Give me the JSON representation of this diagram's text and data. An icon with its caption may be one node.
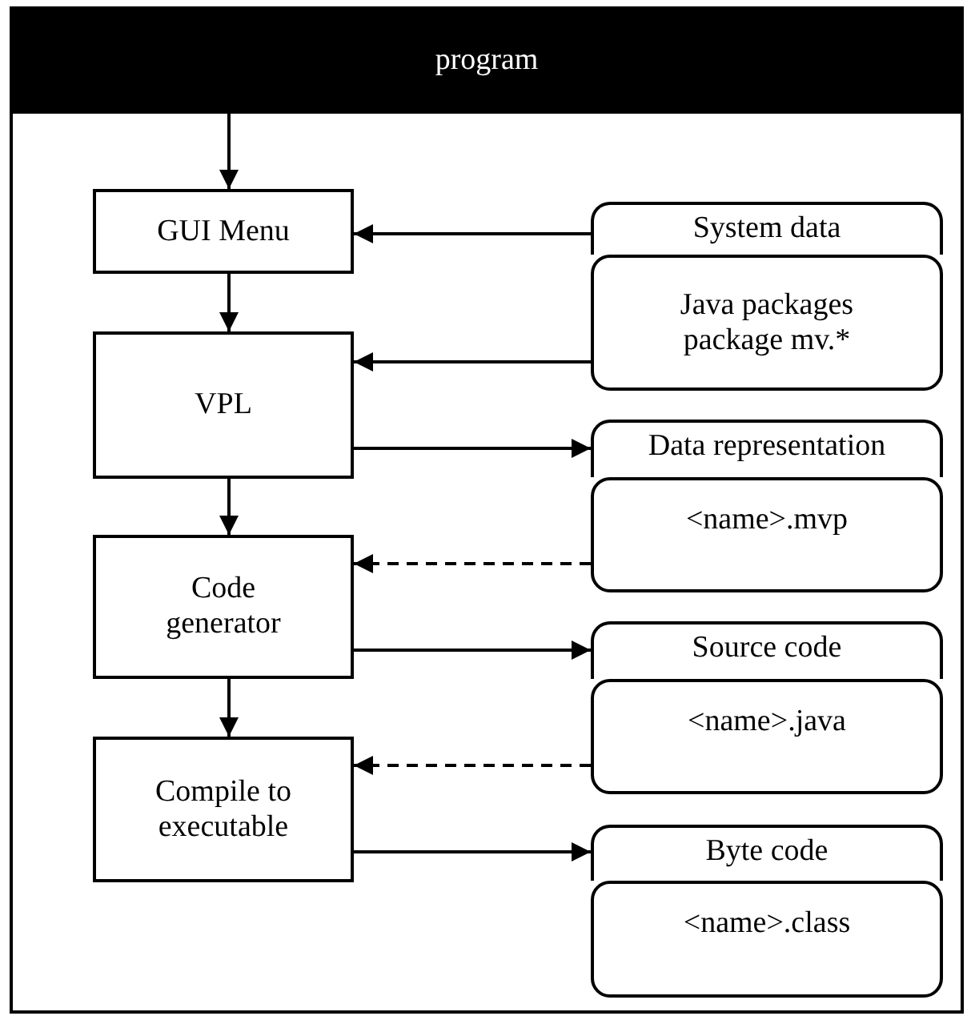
{
  "diagram": {
    "nodes": [
      {
        "text": [
          "program"
        ]
      },
      {
        "text": [
          "GUI Menu"
        ]
      },
      {
        "text": [
          "VPL"
        ]
      },
      {
        "text": [
          "Code generator"
        ]
      },
      {
        "text": [
          "Compile to executable"
        ]
      },
      {
        "text": [
          "System data"
        ]
      },
      {
        "text": [
          "Java packages package mv.*"
        ]
      },
      {
        "text": [
          "Data representation"
        ]
      },
      {
        "text": [
          "<name>.mvp"
        ]
      },
      {
        "text": [
          "Source code"
        ]
      },
      {
        "text": [
          "<name>.java"
        ]
      },
      {
        "text": [
          "Byte code"
        ]
      },
      {
        "text": [
          "<name>.class"
        ]
      }
    ],
    "edges": [
      {
        "from": 0,
        "to": 1,
        "arrow": "to"
      },
      {
        "from": 1,
        "to": 2,
        "arrow": "to"
      },
      {
        "from": 2,
        "to": 3,
        "arrow": "to"
      },
      {
        "from": 3,
        "to": 4,
        "arrow": "to"
      },
      {
        "from": 5,
        "to": 1,
        "arrow": "to"
      },
      {
        "from": 6,
        "to": 2,
        "arrow": "to"
      },
      {
        "from": 2,
        "to": 7,
        "arrow": "to"
      },
      {
        "from": 8,
        "to": 3,
        "arrow": "to",
        "style": "dashed"
      },
      {
        "from": 3,
        "to": 9,
        "arrow": "to"
      },
      {
        "from": 10,
        "to": 4,
        "arrow": "to",
        "style": "dashed"
      },
      {
        "from": 4,
        "to": 11,
        "arrow": "to"
      }
    ]
  }
}
